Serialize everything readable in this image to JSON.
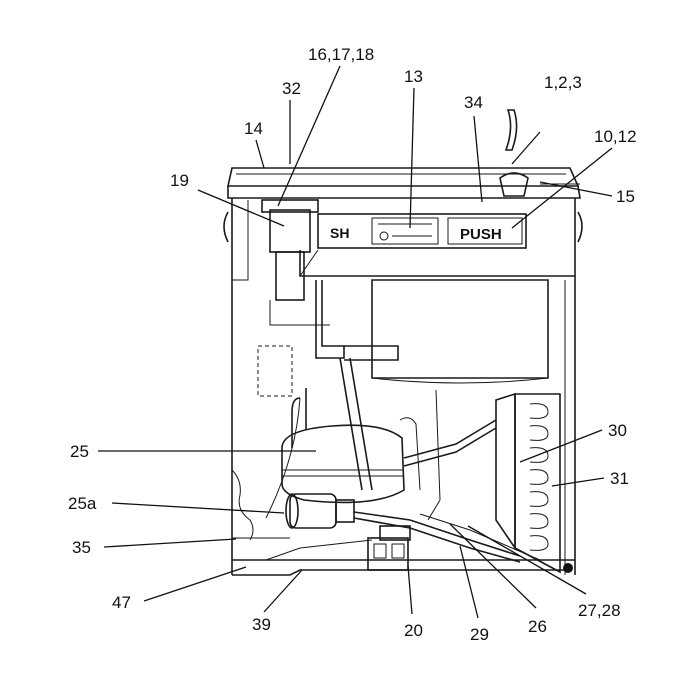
{
  "panel": {
    "left_text": "SH",
    "right_text": "PUSH"
  },
  "labels": [
    {
      "id": "1-2-3",
      "text": "1,2,3"
    },
    {
      "id": "10-12",
      "text": "10,12"
    },
    {
      "id": "13",
      "text": "13"
    },
    {
      "id": "14",
      "text": "14"
    },
    {
      "id": "15",
      "text": "15"
    },
    {
      "id": "16-17-18",
      "text": "16,17,18"
    },
    {
      "id": "19",
      "text": "19"
    },
    {
      "id": "20",
      "text": "20"
    },
    {
      "id": "25",
      "text": "25"
    },
    {
      "id": "25a",
      "text": "25a"
    },
    {
      "id": "26",
      "text": "26"
    },
    {
      "id": "27-28",
      "text": "27,28"
    },
    {
      "id": "29",
      "text": "29"
    },
    {
      "id": "30",
      "text": "30"
    },
    {
      "id": "31",
      "text": "31"
    },
    {
      "id": "32",
      "text": "32"
    },
    {
      "id": "34",
      "text": "34"
    },
    {
      "id": "35",
      "text": "35"
    },
    {
      "id": "39",
      "text": "39"
    },
    {
      "id": "47",
      "text": "47"
    }
  ]
}
